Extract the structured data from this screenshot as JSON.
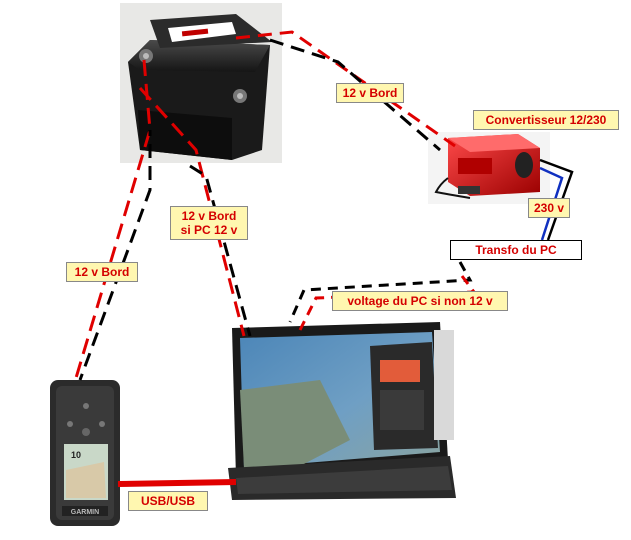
{
  "labels": {
    "bord_top": "12 v Bord",
    "convertisseur": "Convertisseur 12/230",
    "v230": "230 v",
    "transfo": "Transfo du PC",
    "pc_line1": "12 v Bord",
    "pc_line2": "si PC 12 v",
    "bord_left": "12 v Bord",
    "voltage": "voltage du PC si non 12 v",
    "usb": "USB/USB"
  },
  "devices": {
    "battery": "battery-icon",
    "inverter": "inverter-icon",
    "gps": "gps-icon",
    "laptop": "laptop-icon",
    "gps_brand": "GARMIN",
    "gps_screen_num": "10"
  },
  "colors": {
    "label_bg": "#fff7b0",
    "label_text": "#d40000",
    "wire_red": "#e00000",
    "wire_black": "#000000",
    "wire_blue": "#1030c0"
  }
}
